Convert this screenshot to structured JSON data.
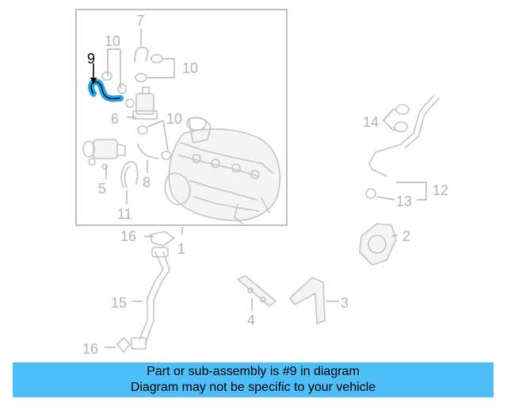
{
  "callouts": {
    "c1": "1",
    "c2": "2",
    "c3": "3",
    "c4": "4",
    "c5": "5",
    "c6": "6",
    "c7": "7",
    "c8": "8",
    "c9": "9",
    "c10a": "10",
    "c10b": "10",
    "c10c": "10",
    "c11": "11",
    "c12": "12",
    "c13": "13",
    "c14": "14",
    "c15": "15",
    "c16a": "16",
    "c16b": "16"
  },
  "highlight": {
    "part": "9",
    "color": "#1aa8e8"
  },
  "banner": {
    "line1": "Part or sub-assembly is #9 in diagram",
    "line2": "Diagram may not be specific to your vehicle",
    "color": "#4dbef8"
  }
}
